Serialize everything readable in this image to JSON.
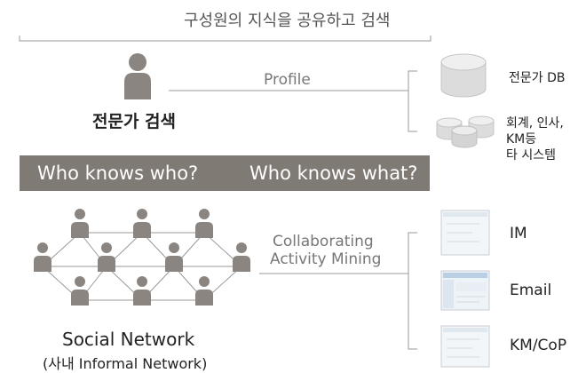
{
  "header": {
    "title": "구성원의 지식을 공유하고 검색"
  },
  "expert": {
    "label": "전문가 검색",
    "link_label": "Profile"
  },
  "sources_top": [
    {
      "label": "전문가 DB"
    },
    {
      "lines": [
        "회계, 인사,",
        "KM등",
        "타 시스템"
      ]
    }
  ],
  "banner": {
    "left": "Who knows who?",
    "right": "Who knows what?"
  },
  "mining": {
    "line1": "Collaborating",
    "line2": "Activity Mining"
  },
  "sources_bottom": [
    {
      "label": "IM"
    },
    {
      "label": "Email"
    },
    {
      "label": "KM/CoP"
    }
  ],
  "network": {
    "title": "Social Network",
    "subtitle": "(사내 Informal Network)"
  },
  "colors": {
    "person": "#8a8580",
    "banner": "#7f7a73",
    "line": "#888888",
    "db": "#d9d9d9"
  }
}
